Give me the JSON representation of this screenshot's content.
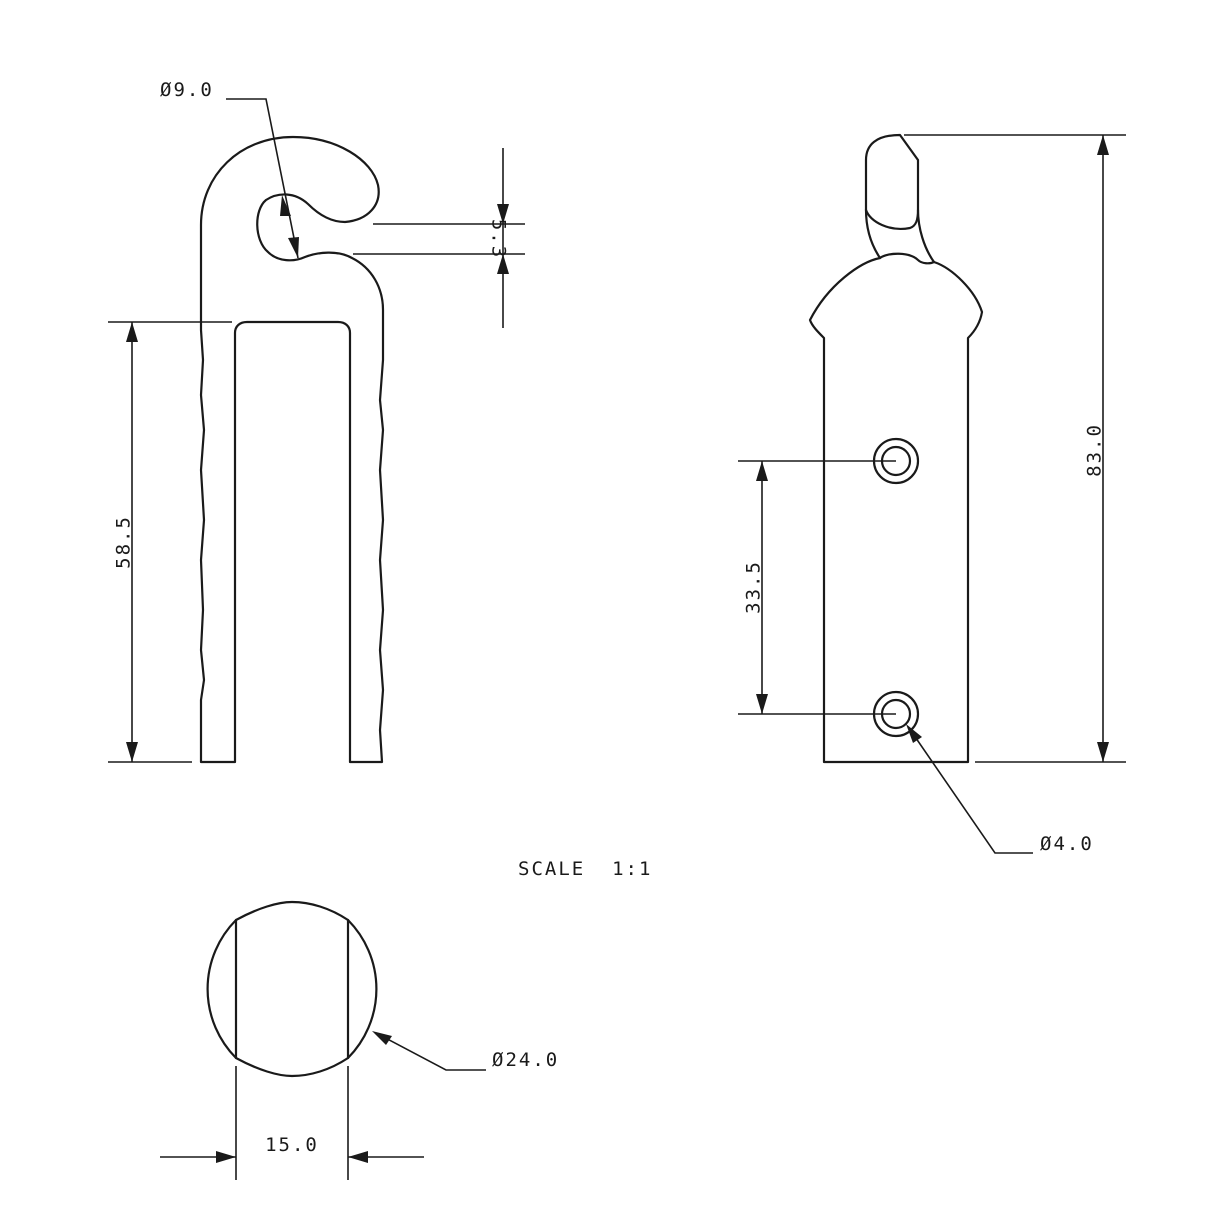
{
  "drawing": {
    "dim_hook_diameter": "Ø9.0",
    "dim_hook_gap": "5.3",
    "dim_slot_length": "58.5",
    "dim_overall_height": "83.0",
    "dim_hole_spacing": "33.5",
    "dim_hole_diameter": "Ø4.0",
    "dim_body_diameter": "Ø24.0",
    "dim_flat_width": "15.0",
    "scale_note": "SCALE  1:1"
  },
  "colors": {
    "line": "#1a1a1a",
    "background": "#ffffff"
  }
}
